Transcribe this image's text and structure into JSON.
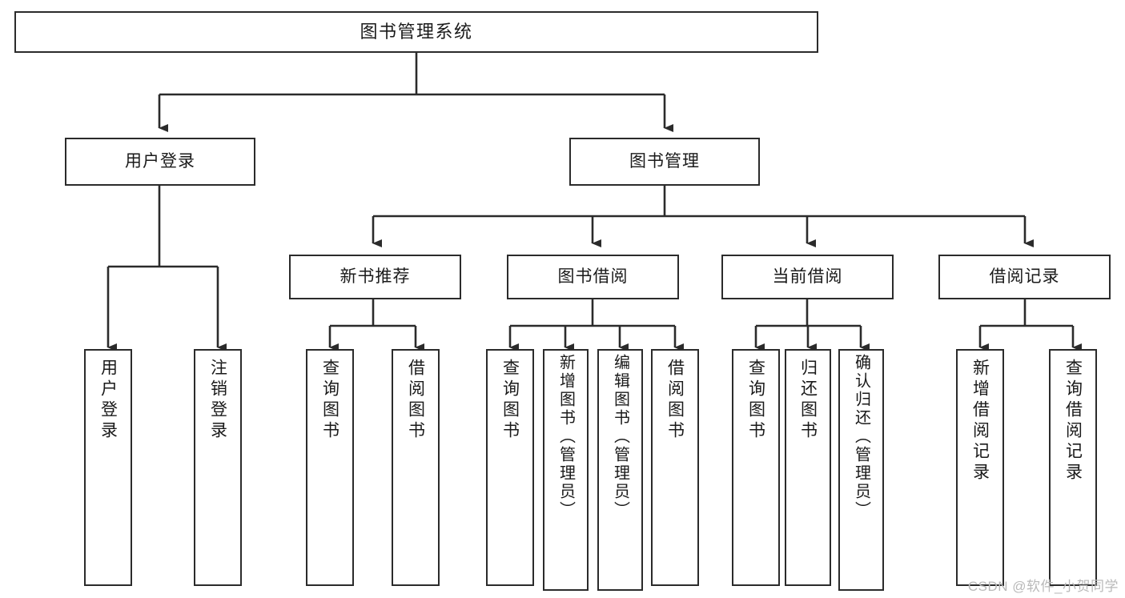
{
  "diagram": {
    "title": "图书管理系统",
    "type": "功能结构图",
    "colors": {
      "stroke": "#2b2b2b",
      "fill": "#ffffff",
      "background": "#ffffff",
      "watermark": "#b9b9b9"
    },
    "watermark": "CSDN @软件_小贺同学"
  },
  "nodes": {
    "root": {
      "label": "图书管理系统"
    },
    "level1": [
      {
        "id": "user-login",
        "label": "用户登录"
      },
      {
        "id": "book-manage",
        "label": "图书管理"
      }
    ],
    "level2": [
      {
        "id": "new-book-rec",
        "label": "新书推荐"
      },
      {
        "id": "book-borrow",
        "label": "图书借阅"
      },
      {
        "id": "current-borrow",
        "label": "当前借阅"
      },
      {
        "id": "borrow-record",
        "label": "借阅记录"
      }
    ],
    "leaves": {
      "user_login": [
        {
          "id": "leaf-user-login",
          "label": "用户登录"
        },
        {
          "id": "leaf-logout",
          "label": "注销登录"
        }
      ],
      "new_book_rec": [
        {
          "id": "leaf-query-book-1",
          "label": "查询图书"
        },
        {
          "id": "leaf-borrow-book-1",
          "label": "借阅图书"
        }
      ],
      "book_borrow": [
        {
          "id": "leaf-query-book-2",
          "label": "查询图书"
        },
        {
          "id": "leaf-add-book",
          "label": "新增图书（管理员）"
        },
        {
          "id": "leaf-edit-book",
          "label": "编辑图书（管理员）"
        },
        {
          "id": "leaf-borrow-book-2",
          "label": "借阅图书"
        }
      ],
      "current_borrow": [
        {
          "id": "leaf-query-book-3",
          "label": "查询图书"
        },
        {
          "id": "leaf-return-book",
          "label": "归还图书"
        },
        {
          "id": "leaf-confirm-return",
          "label": "确认归还（管理员）"
        }
      ],
      "borrow_record": [
        {
          "id": "leaf-add-record",
          "label": "新增借阅记录"
        },
        {
          "id": "leaf-query-record",
          "label": "查询借阅记录"
        }
      ]
    }
  }
}
